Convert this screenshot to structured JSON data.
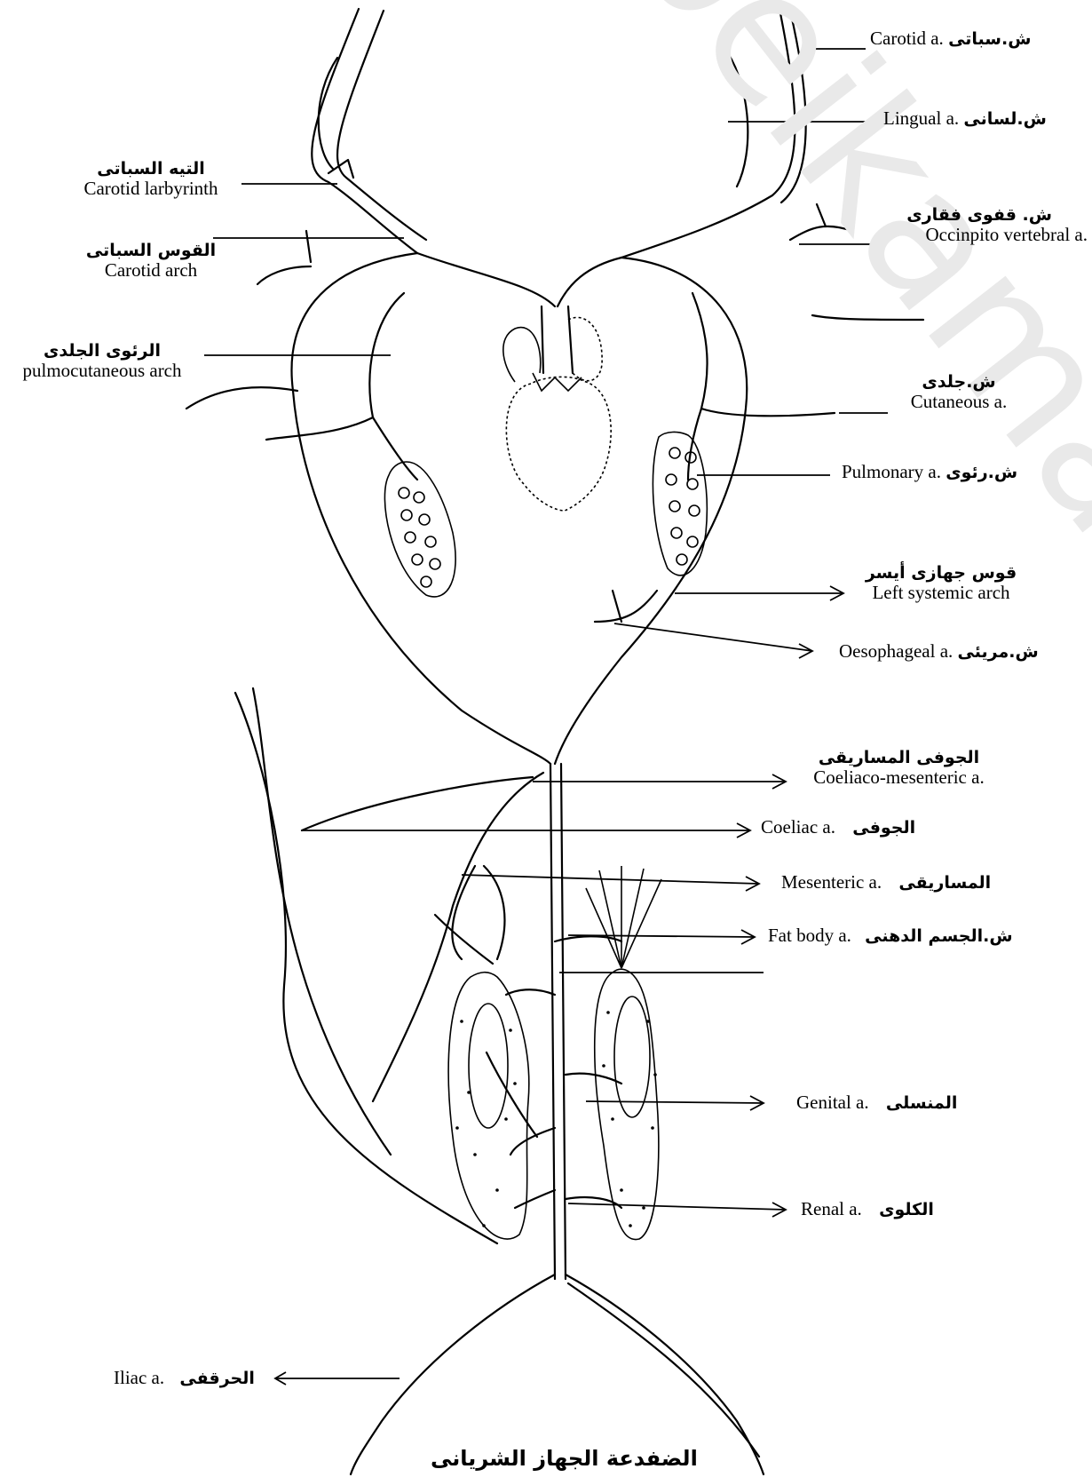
{
  "labels": {
    "carotid_en": "Carotid a.",
    "carotid_ar": "ش.سباتى",
    "lingual_en": "Lingual a.",
    "lingual_ar": "ش.لسانى",
    "labyrinth_ar": "التيه السباتى",
    "labyrinth_en": "Carotid larbyrinth",
    "carotid_arch_ar": "القوس السباتى",
    "carotid_arch_en": "Carotid arch",
    "pulmo_ar": "الرئوى الجلدى",
    "pulmo_en": "pulmocutaneous arch",
    "occip_ar": "ش. قفوى فقارى",
    "occip_en": "Occinpito  vertebral a.",
    "cutaneous_ar": "ش.جلدى",
    "cutaneous_en": "Cutaneous a.",
    "pulmonary_en": "Pulmonary a.",
    "pulmonary_ar": "ش.رئوى",
    "systemic_ar": "قوس جهازى أيسر",
    "systemic_en": "Left systemic arch",
    "oesoph_en": "Oesophageal a.",
    "oesoph_ar": "ش.مريئى",
    "coeliaco_ar": "الجوفى المساريقى",
    "coeliaco_en": "Coeliaco-mesenteric a.",
    "coeliac_en": "Coeliac a.",
    "coeliac_ar": "الجوفى",
    "mesenteric_en": "Mesenteric a.",
    "mesenteric_ar": "المساريقى",
    "fatbody_en": "Fat body a.",
    "fatbody_ar": "ش.الجسم الدهنى",
    "genital_en": "Genital a.",
    "genital_ar": "المنسلى",
    "renal_en": "Renal a.",
    "renal_ar": "الكلوى",
    "iliac_en": "Iliac a.",
    "iliac_ar": "الحرقفى"
  },
  "title": "الضفدعة   الجهاز الشريانى",
  "watermark": "beikamali.com"
}
